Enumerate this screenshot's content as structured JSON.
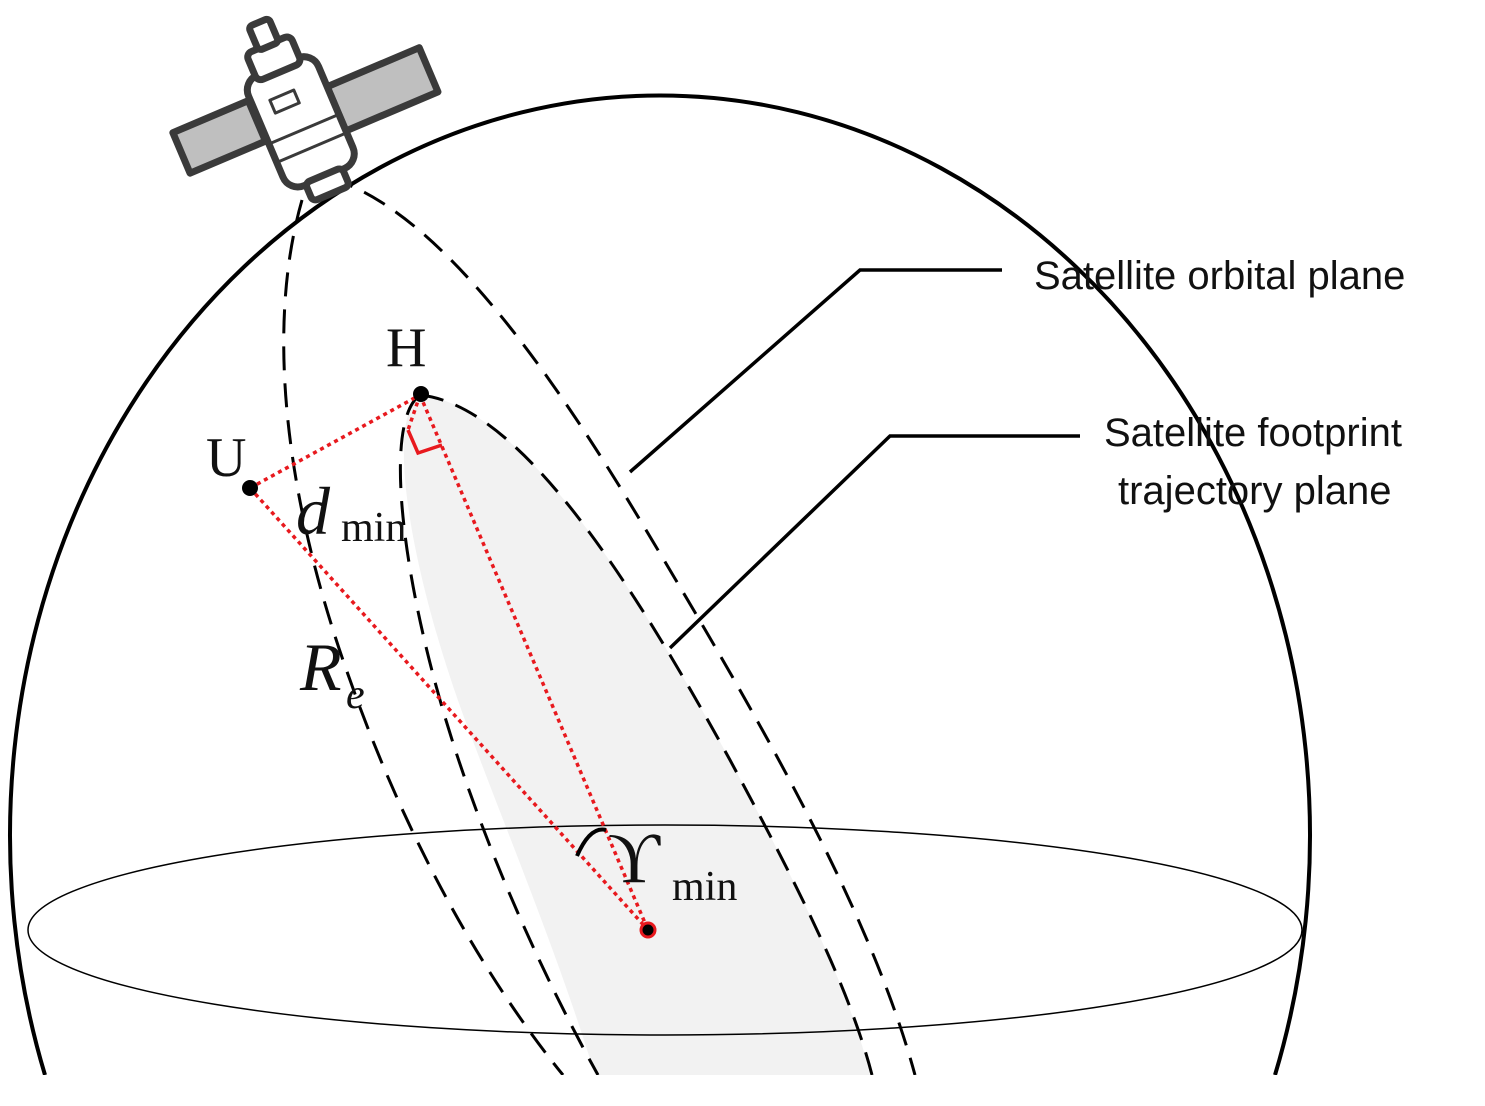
{
  "labels": {
    "orbital_plane": "Satellite orbital plane",
    "footprint_line1": "Satellite footprint",
    "footprint_line2": "trajectory plane",
    "point_h": "H",
    "point_u": "U",
    "distance_symbol": "d",
    "distance_subscript": "min",
    "radius_symbol": "R",
    "radius_subscript": "e",
    "angle_symbol": "ϒ",
    "angle_subscript": "min"
  },
  "colors": {
    "construction_lines": "#e8191e",
    "outline": "#000000",
    "footprint_fill": "#f2f2f2",
    "satellite_panel": "#bfbfbf",
    "satellite_body": "#ffffff"
  },
  "icons": {
    "satellite": "satellite-icon"
  }
}
